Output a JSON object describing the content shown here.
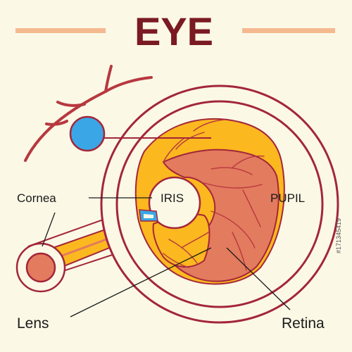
{
  "title": "EYE",
  "labels": {
    "cornea": "Cornea",
    "iris": "IRIS",
    "pupil": "PUPIL",
    "lens": "Lens",
    "retina": "Retina"
  },
  "watermark": "#171345419",
  "colors": {
    "background": "#fbf8e6",
    "title": "#7a1a22",
    "rule": "#f5b990",
    "outline": "#a3263a",
    "vessel": "#b7383f",
    "iris_fill": "#fbb81f",
    "eyeball_fill": "#e37b5e",
    "lens_blue": "#3aa6e6"
  }
}
